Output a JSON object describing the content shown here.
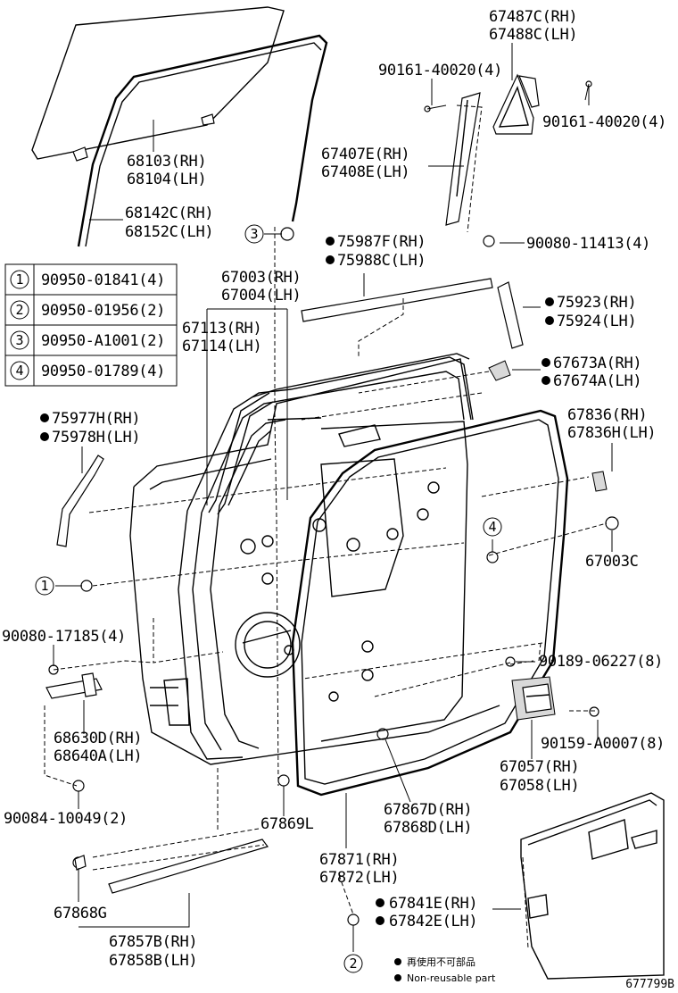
{
  "diagram_id": "677799B",
  "legend_notes": {
    "line1": "再使用不可部品",
    "line2": "Non-reusable part"
  },
  "fastener_table": [
    {
      "num": "1",
      "part": "90950-01841(4)"
    },
    {
      "num": "2",
      "part": "90950-01956(2)"
    },
    {
      "num": "3",
      "part": "90950-A1001(2)"
    },
    {
      "num": "4",
      "part": "90950-01789(4)"
    }
  ],
  "callouts": {
    "p67487C": "67487C(RH)",
    "p67488C": "67488C(LH)",
    "p90161a": "90161-40020(4)",
    "p90161b": "90161-40020(4)",
    "p67407E": "67407E(RH)",
    "p67408E": "67408E(LH)",
    "p90080_11413": "90080-11413(4)",
    "p68103": "68103(RH)",
    "p68104": "68104(LH)",
    "p68142C": "68142C(RH)",
    "p68152C": "68152C(LH)",
    "p75987F": "75987F(RH)",
    "p75988C": "75988C(LH)",
    "p67003": "67003(RH)",
    "p67004": "67004(LH)",
    "p75923": "75923(RH)",
    "p75924": "75924(LH)",
    "p67113": "67113(RH)",
    "p67114": "67114(LH)",
    "p67673A": "67673A(RH)",
    "p67674A": "67674A(LH)",
    "p75977H": "75977H(RH)",
    "p75978H": "75978H(LH)",
    "p67836": "67836(RH)",
    "p67836H": "67836H(LH)",
    "p67003C": "67003C",
    "p90080_17185": "90080-17185(4)",
    "p90189": "90189-06227(8)",
    "p68630D": "68630D(RH)",
    "p68640A": "68640A(LH)",
    "p90159": "90159-A0007(8)",
    "p67057": "67057(RH)",
    "p67058": "67058(LH)",
    "p90084": "90084-10049(2)",
    "p67869L": "67869L",
    "p67867D": "67867D(RH)",
    "p67868D": "67868D(LH)",
    "p67871": "67871(RH)",
    "p67872": "67872(LH)",
    "p67868G": "67868G",
    "p67841E": "67841E(RH)",
    "p67842E": "67842E(LH)",
    "p67857B": "67857B(RH)",
    "p67858B": "67858B(LH)"
  },
  "circle_refs": {
    "c3": "3",
    "c4": "4",
    "c1": "1",
    "c2": "2"
  }
}
